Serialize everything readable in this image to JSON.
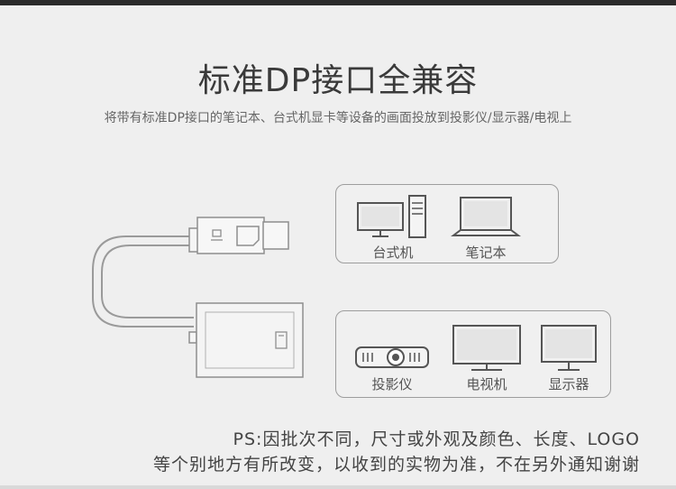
{
  "title": "标准DP接口全兼容",
  "subtitle": "将带有标准DP接口的笔记本、台式机显卡等设备的画面投放到投影仪/显示器/电视上",
  "source_devices": [
    {
      "label": "台式机",
      "icon": "desktop-computer-icon"
    },
    {
      "label": "笔记本",
      "icon": "laptop-icon"
    }
  ],
  "display_devices": [
    {
      "label": "投影仪",
      "icon": "projector-icon"
    },
    {
      "label": "电视机",
      "icon": "tv-icon"
    },
    {
      "label": "显示器",
      "icon": "monitor-icon"
    }
  ],
  "notes": {
    "line1": "PS:因批次不同，尺寸或外观及颜色、长度、LOGO",
    "line2": "等个别地方有所改变，以收到的实物为准，不在另外通知谢谢"
  },
  "colors": {
    "background": "#efefef",
    "line": "#8e8e8e",
    "text": "#3a3a3a"
  }
}
